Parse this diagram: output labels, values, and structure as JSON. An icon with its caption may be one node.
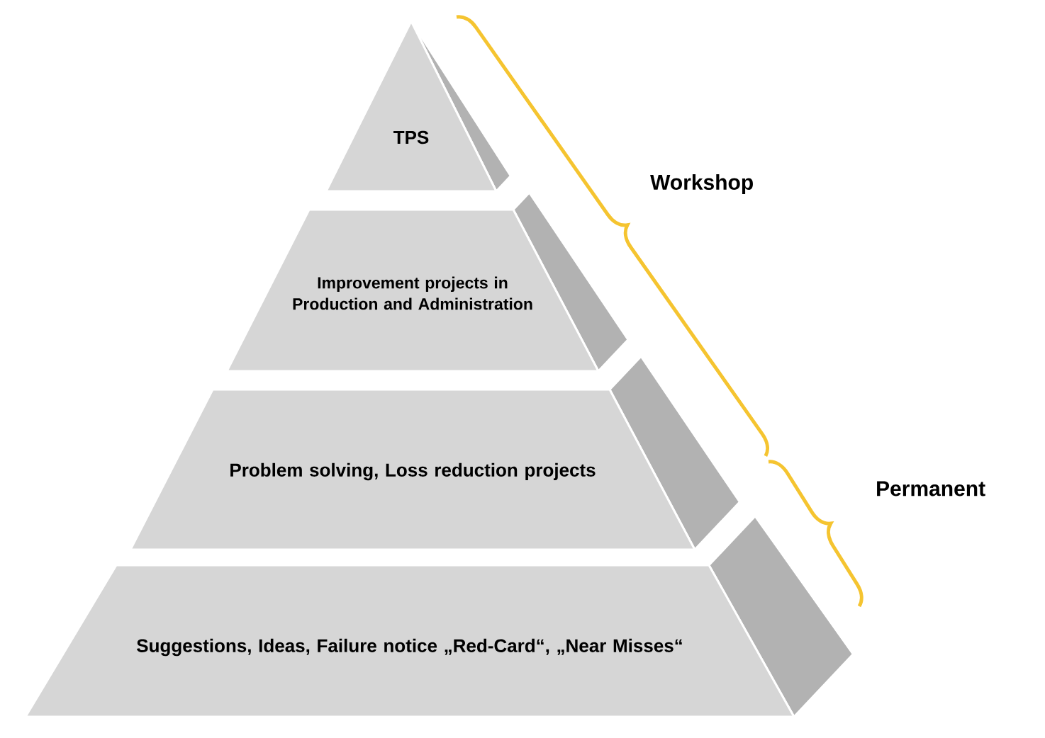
{
  "diagram": {
    "nodes": [
      {
        "text": [
          "TPS"
        ]
      },
      {
        "text": [
          "Improvement projects in Production and Administration"
        ]
      },
      {
        "text": [
          "Problem solving, Loss reduction projects"
        ]
      },
      {
        "text": [
          "Suggestions, Ideas, Failure notice „Red-Card“, „Near Misses“"
        ]
      }
    ],
    "labels": [
      "Workshop",
      "Permanent"
    ]
  }
}
